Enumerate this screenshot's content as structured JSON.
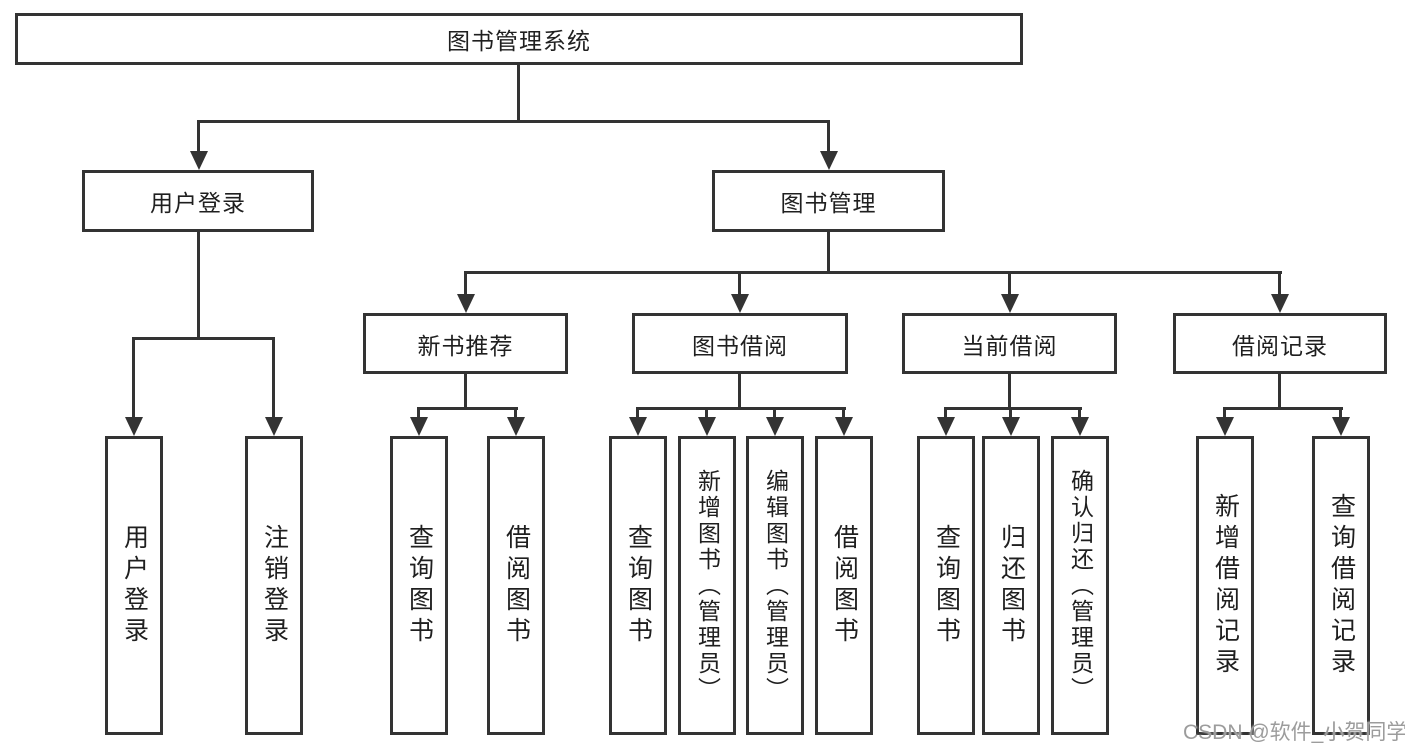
{
  "nodes": {
    "root": "图书管理系统",
    "level2": [
      "用户登录",
      "图书管理"
    ],
    "level3": [
      "新书推荐",
      "图书借阅",
      "当前借阅",
      "借阅记录"
    ],
    "leaves": [
      "用户登录",
      "注销登录",
      "查询图书",
      "借阅图书",
      "查询图书",
      "新增图书（管理员）",
      "编辑图书（管理员）",
      "借阅图书",
      "查询图书",
      "归还图书",
      "确认归还（管理员）",
      "新增借阅记录",
      "查询借阅记录"
    ]
  },
  "watermark": "CSDN @软件_小贺同学",
  "colors": {
    "line": "#333333",
    "text": "#1f1f1f",
    "watermark": "#9c9c9c",
    "background": "#ffffff"
  }
}
